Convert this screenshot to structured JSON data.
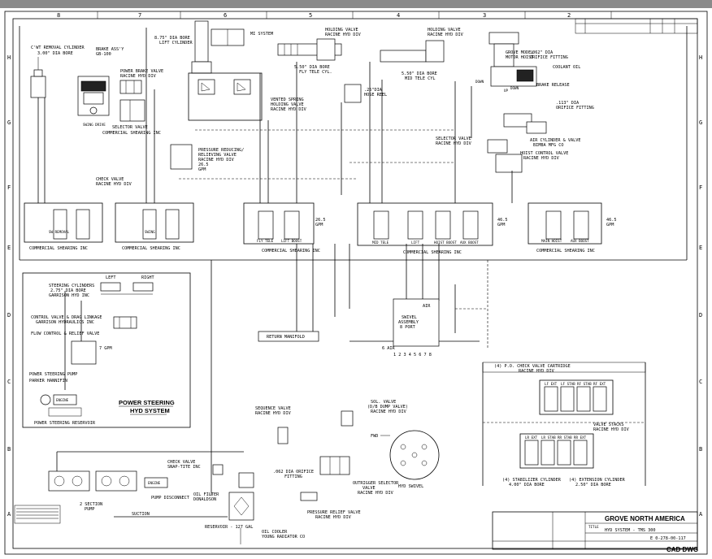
{
  "grid": {
    "top": [
      "8",
      "7",
      "6",
      "5",
      "4",
      "3",
      "2"
    ],
    "side": [
      "H",
      "G",
      "F",
      "E",
      "D",
      "C",
      "B",
      "A"
    ]
  },
  "labels": {
    "cwt_cyl": "C'WT REMOVAL CYLINDER",
    "cwt_bore": "3.00\" DIA BORE",
    "brake_assy": "BRAKE ASS'Y",
    "brake_model": "GB-100",
    "power_brake_valve": "POWER BRAKE VALVE",
    "racine_div": "RACINE HYD DIV",
    "swing_drive": "SWING DRIVE",
    "selector_valve": "SELECTOR VALVE",
    "commercial_shearing_inc": "COMMERCIAL SHEARING INC",
    "pressure_reducing": "PRESSURE REDUCING/",
    "relieving_valve": "RELIEVING VALVE",
    "lift_cyl_bore": "8.75\" DIA BORE",
    "lift_cyl": "LIFT CYLINDER",
    "mi_system": "MI SYSTEM",
    "vented_spring": "VENTED SPRING",
    "holding_valve": "HOLDING VALVE",
    "holding_valve_div": "RACINE HYD DIV",
    "fly_tele_bore": "5.50\" DIA BORE",
    "fly_tele_cyl": "FLY TELE CYL.",
    "mid_tele_bore": "5.50\" DIA BORE",
    "mid_tele_cyl": "MID TELE CYL",
    "hose_reel_dia": ".25\"DIA",
    "hose_reel": "HOSE REEL",
    "grove": "GROVE",
    "grove_model": "GROVE MODEL",
    "hoist_motor": "MOTOR HOIST",
    "orifice_062": ".062\" DIA",
    "orifice_fitting": "ORIFICE FITTING",
    "coolant_oil": "COOLANT OIL",
    "brake_release": "BRAKE RELEASE",
    "orifice_113": ".113\" DIA",
    "orifice_113_fitting": "ORIFICE FITTING",
    "down": "DOWN",
    "up": "UP",
    "air_cyl_valve": "AIR CYLINDER & VALVE",
    "bimba": "BIMBA MFG CO",
    "hoist_control_valve": "HOIST CONTROL VALVE",
    "check_valve": "CHECK VALVE",
    "check_valve_div": "RACINE HYD DIV",
    "gpm_265": "26.5",
    "gpm": "GPM",
    "gpm_465": "46.5",
    "gpm_46": "46.5",
    "steering_cylinders": "STEERING CYLINDERS",
    "steering_bore": "2.75\" DIA BORE",
    "garrison": "GARRISON HYD INC",
    "left": "LEFT",
    "right": "RIGHT",
    "control_valve_drag": "CONTROL VALVE & DRAG LINKAGE",
    "garrison_hydraulics": "GARRISON HYDRAULICS INC",
    "flow_control": "FLOW CONTROL & RELIEF VALVE",
    "gpm_7": "7 GPM",
    "power_steering_pump": "POWER STEERING PUMP",
    "pump_hannifin": "PARKER HANNIFIN",
    "engine": "ENGINE",
    "power_steering_reservoir": "POWER STEERING RESERVOIR",
    "ps_title1": "POWER STEERING",
    "ps_title2": "HYD SYSTEM",
    "return_manifold": "RETURN MANIFOLD",
    "swivel": "SWIVEL",
    "swivel_assembly": "ASSEMBLY",
    "port_8": "8 PORT",
    "air": "AIR",
    "air_6": "6 AIR",
    "ports": "1 2 3 4 5 6 7 8",
    "check_valve_cartridge": "(4) P.O. CHECK VALVE CARTRIDGE",
    "cartridge_div": "RACINE HYD DIV",
    "lf_ext": "LF EXT",
    "lf_stab": "LF STAB",
    "rf_stab": "RF STAB",
    "rf_ext": "RF EXT",
    "lr_ext": "LR EXT",
    "lr_stab": "LR STAB",
    "rr_stab": "RR STAB",
    "rr_ext": "RR EXT",
    "valve_stacks": "VALVE STACKS",
    "valve_stacks_div": "RACINE HYD DIV",
    "stabilizer_cyl": "(4) STABILIZER CYLINDER",
    "stabilizer_bore": "4.00\" DIA BORE",
    "extension_cyl": "(4) EXTENSION CYLINDER",
    "extension_bore": "2.50\" DIA BORE",
    "sequence_valve": "SEQUENCE VALVE",
    "sol_valve": "SOL. VALVE",
    "dump_valve": "(D/B DUMP VALVE)",
    "fwd": "FWD",
    "hyd_swivel": "HYD SWIVEL",
    "outrigger_selector": "OUTRIGGER SELECTOR",
    "valve": "VALVE",
    "orifice_062b": ".062 DIA ORIFICE",
    "fitting": "FITTING",
    "pressure_relief": "PRESSURE RELIEF VALVE",
    "check_valve_snap": "CHECK VALVE",
    "snap_tite": "SNAP-TITE INC",
    "pump_disconnect": "PUMP DISCONNECT",
    "two_section": "2 SECTION",
    "pump": "PUMP",
    "suction": "SUCTION",
    "oil_filter": "OIL FILTER",
    "donaldson": "DONALDSON",
    "reservoir": "RESERVOIR - 127 GAL",
    "oil_cooler": "OIL COOLER",
    "young_radiator": "YOUNG RADIATOR CO",
    "fly_tele": "FLY TELE",
    "lift_boost": "LIFT BOOST",
    "hoist_boost": "HOIST BOOST",
    "aux_boost": "AUX BOOST",
    "main_hoist": "MAIN HOIST",
    "sw_removal": "SW REMOVAL",
    "swing": "SWING",
    "mid_tele": "MID TELE",
    "lift": "LIFT",
    "hoist": "HOIST"
  },
  "title_block": {
    "company": "GROVE NORTH AMERICA",
    "title_label": "TITLE",
    "title": "HYD SYSTEM - TMS 300",
    "dwg_no": "E 0-278-00-117",
    "cad": "CAD DWG"
  }
}
